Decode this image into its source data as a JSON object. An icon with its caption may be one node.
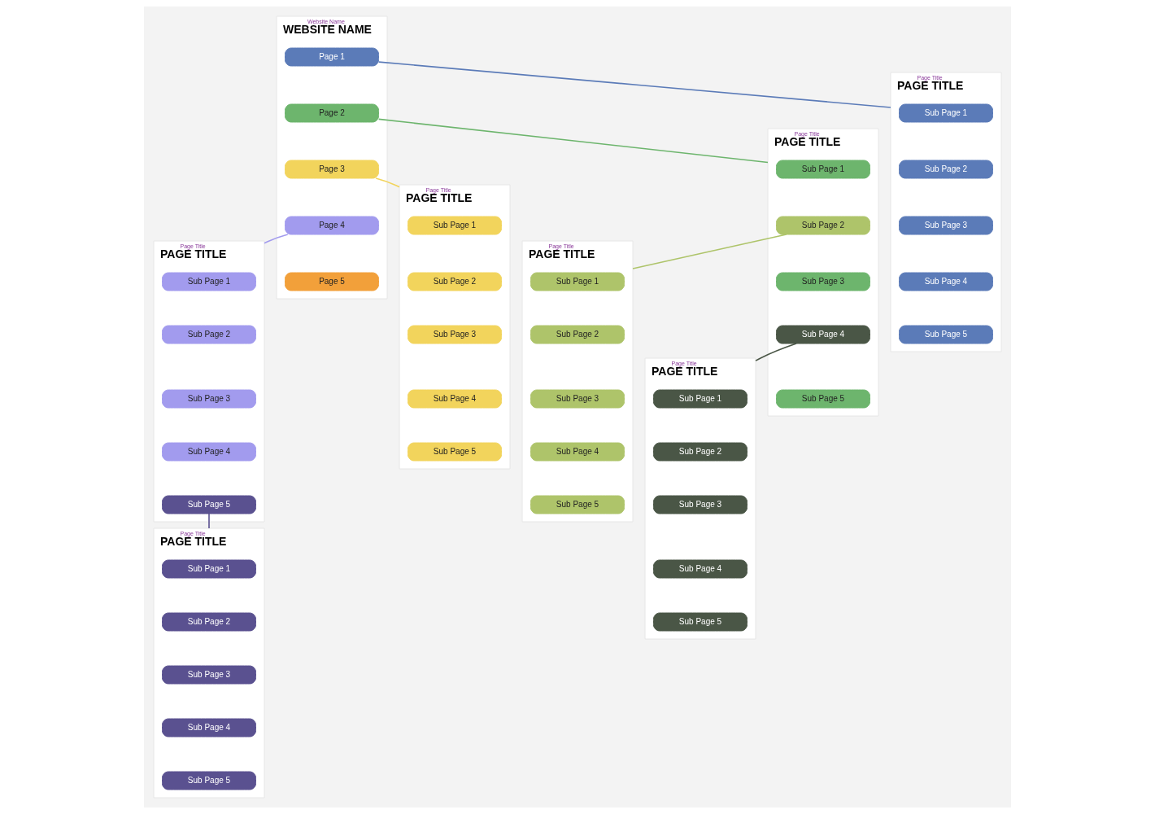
{
  "diagram": {
    "nodes": [
      {
        "text": [
          "Website Name",
          "WEBSITE NAME"
        ]
      },
      {
        "text": [
          "Page 1"
        ],
        "in": 0
      },
      {
        "text": [
          "Page 2"
        ],
        "in": 0
      },
      {
        "text": [
          "Page 3"
        ],
        "in": 0
      },
      {
        "text": [
          "Page 4"
        ],
        "in": 0
      },
      {
        "text": [
          "Page 5"
        ],
        "in": 0
      },
      {
        "text": [
          "Page Title",
          "PAGE TITLE"
        ]
      },
      {
        "text": [
          "Sub Page 1"
        ],
        "in": 6
      },
      {
        "text": [
          "Sub Page 2"
        ],
        "in": 6
      },
      {
        "text": [
          "Sub Page 3"
        ],
        "in": 6
      },
      {
        "text": [
          "Sub Page 4"
        ],
        "in": 6
      },
      {
        "text": [
          "Sub Page 5"
        ],
        "in": 6
      },
      {
        "text": [
          "Page Title",
          "PAGE TITLE"
        ]
      },
      {
        "text": [
          "Sub Page 1"
        ],
        "in": 12
      },
      {
        "text": [
          "Sub Page 2"
        ],
        "in": 12
      },
      {
        "text": [
          "Sub Page 3"
        ],
        "in": 12
      },
      {
        "text": [
          "Sub Page 4"
        ],
        "in": 12
      },
      {
        "text": [
          "Sub Page 5"
        ],
        "in": 12
      },
      {
        "text": [
          "Page Title",
          "PAGE TITLE"
        ]
      },
      {
        "text": [
          "Sub Page 1"
        ],
        "in": 18
      },
      {
        "text": [
          "Sub Page 2"
        ],
        "in": 18
      },
      {
        "text": [
          "Sub Page 3"
        ],
        "in": 18
      },
      {
        "text": [
          "Sub Page 4"
        ],
        "in": 18
      },
      {
        "text": [
          "Sub Page 5"
        ],
        "in": 18
      },
      {
        "text": [
          "Page Title",
          "PAGE TITLE"
        ]
      },
      {
        "text": [
          "Sub Page 1"
        ],
        "in": 24
      },
      {
        "text": [
          "Sub Page 2"
        ],
        "in": 24
      },
      {
        "text": [
          "Sub Page 3"
        ],
        "in": 24
      },
      {
        "text": [
          "Sub Page 4"
        ],
        "in": 24
      },
      {
        "text": [
          "Sub Page 5"
        ],
        "in": 24
      },
      {
        "text": [
          "Page Title",
          "PAGE TITLE"
        ]
      },
      {
        "text": [
          "Sub Page 1"
        ],
        "in": 30
      },
      {
        "text": [
          "Sub Page 2"
        ],
        "in": 30
      },
      {
        "text": [
          "Sub Page 3"
        ],
        "in": 30
      },
      {
        "text": [
          "Sub Page 4"
        ],
        "in": 30
      },
      {
        "text": [
          "Sub Page 5"
        ],
        "in": 30
      },
      {
        "text": [
          "Page Title",
          "PAGE TITLE"
        ]
      },
      {
        "text": [
          "Sub Page 1"
        ],
        "in": 36
      },
      {
        "text": [
          "Sub Page 2"
        ],
        "in": 36
      },
      {
        "text": [
          "Sub Page 3"
        ],
        "in": 36
      },
      {
        "text": [
          "Sub Page 4"
        ],
        "in": 36
      },
      {
        "text": [
          "Sub Page 5"
        ],
        "in": 36
      },
      {
        "text": [
          "Page Title",
          "PAGE TITLE"
        ]
      },
      {
        "text": [
          "Sub Page 1"
        ],
        "in": 42
      },
      {
        "text": [
          "Sub Page 2"
        ],
        "in": 42
      },
      {
        "text": [
          "Sub Page 3"
        ],
        "in": 42
      },
      {
        "text": [
          "Sub Page 4"
        ],
        "in": 42
      },
      {
        "text": [
          "Sub Page 5"
        ],
        "in": 42
      }
    ],
    "edges": [
      {
        "from": 1,
        "to": 6,
        "arrow": "none",
        "color": "#5b7bb8"
      },
      {
        "from": 2,
        "to": 12,
        "arrow": "none",
        "color": "#6db56d"
      },
      {
        "from": 3,
        "to": 18,
        "arrow": "none",
        "color": "#f2d45c"
      },
      {
        "from": 4,
        "to": 24,
        "arrow": "none",
        "color": "#a29bee"
      },
      {
        "from": 14,
        "to": 30,
        "arrow": "none",
        "color": "#aec46a"
      },
      {
        "from": 16,
        "to": 36,
        "arrow": "none",
        "color": "#4a5646"
      },
      {
        "from": 29,
        "to": 42,
        "arrow": "none",
        "color": "#5a5190"
      }
    ]
  }
}
